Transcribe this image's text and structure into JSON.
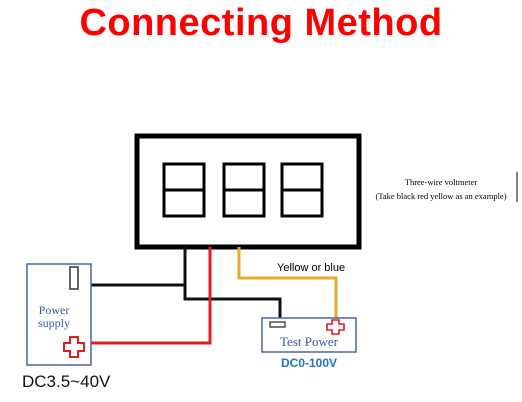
{
  "title": "Connecting Method",
  "note": {
    "line1": "Three-wire voltmeter",
    "line2": "(Take black red yellow as an example)"
  },
  "wire_label": "Yellow or blue",
  "power_supply": {
    "label_line1": "Power",
    "label_line2": "supply",
    "voltage": "DC3.5~40V"
  },
  "test_power": {
    "label": "Test Power",
    "range": "DC0-100V"
  },
  "colors": {
    "title": "#ff0000",
    "black_wire": "#111111",
    "red_wire": "#e51b24",
    "yellow_wire": "#e8a92b",
    "box_border": "#4a64b4",
    "box_text": "#3a56b0",
    "test_range": "#1f73c8"
  }
}
